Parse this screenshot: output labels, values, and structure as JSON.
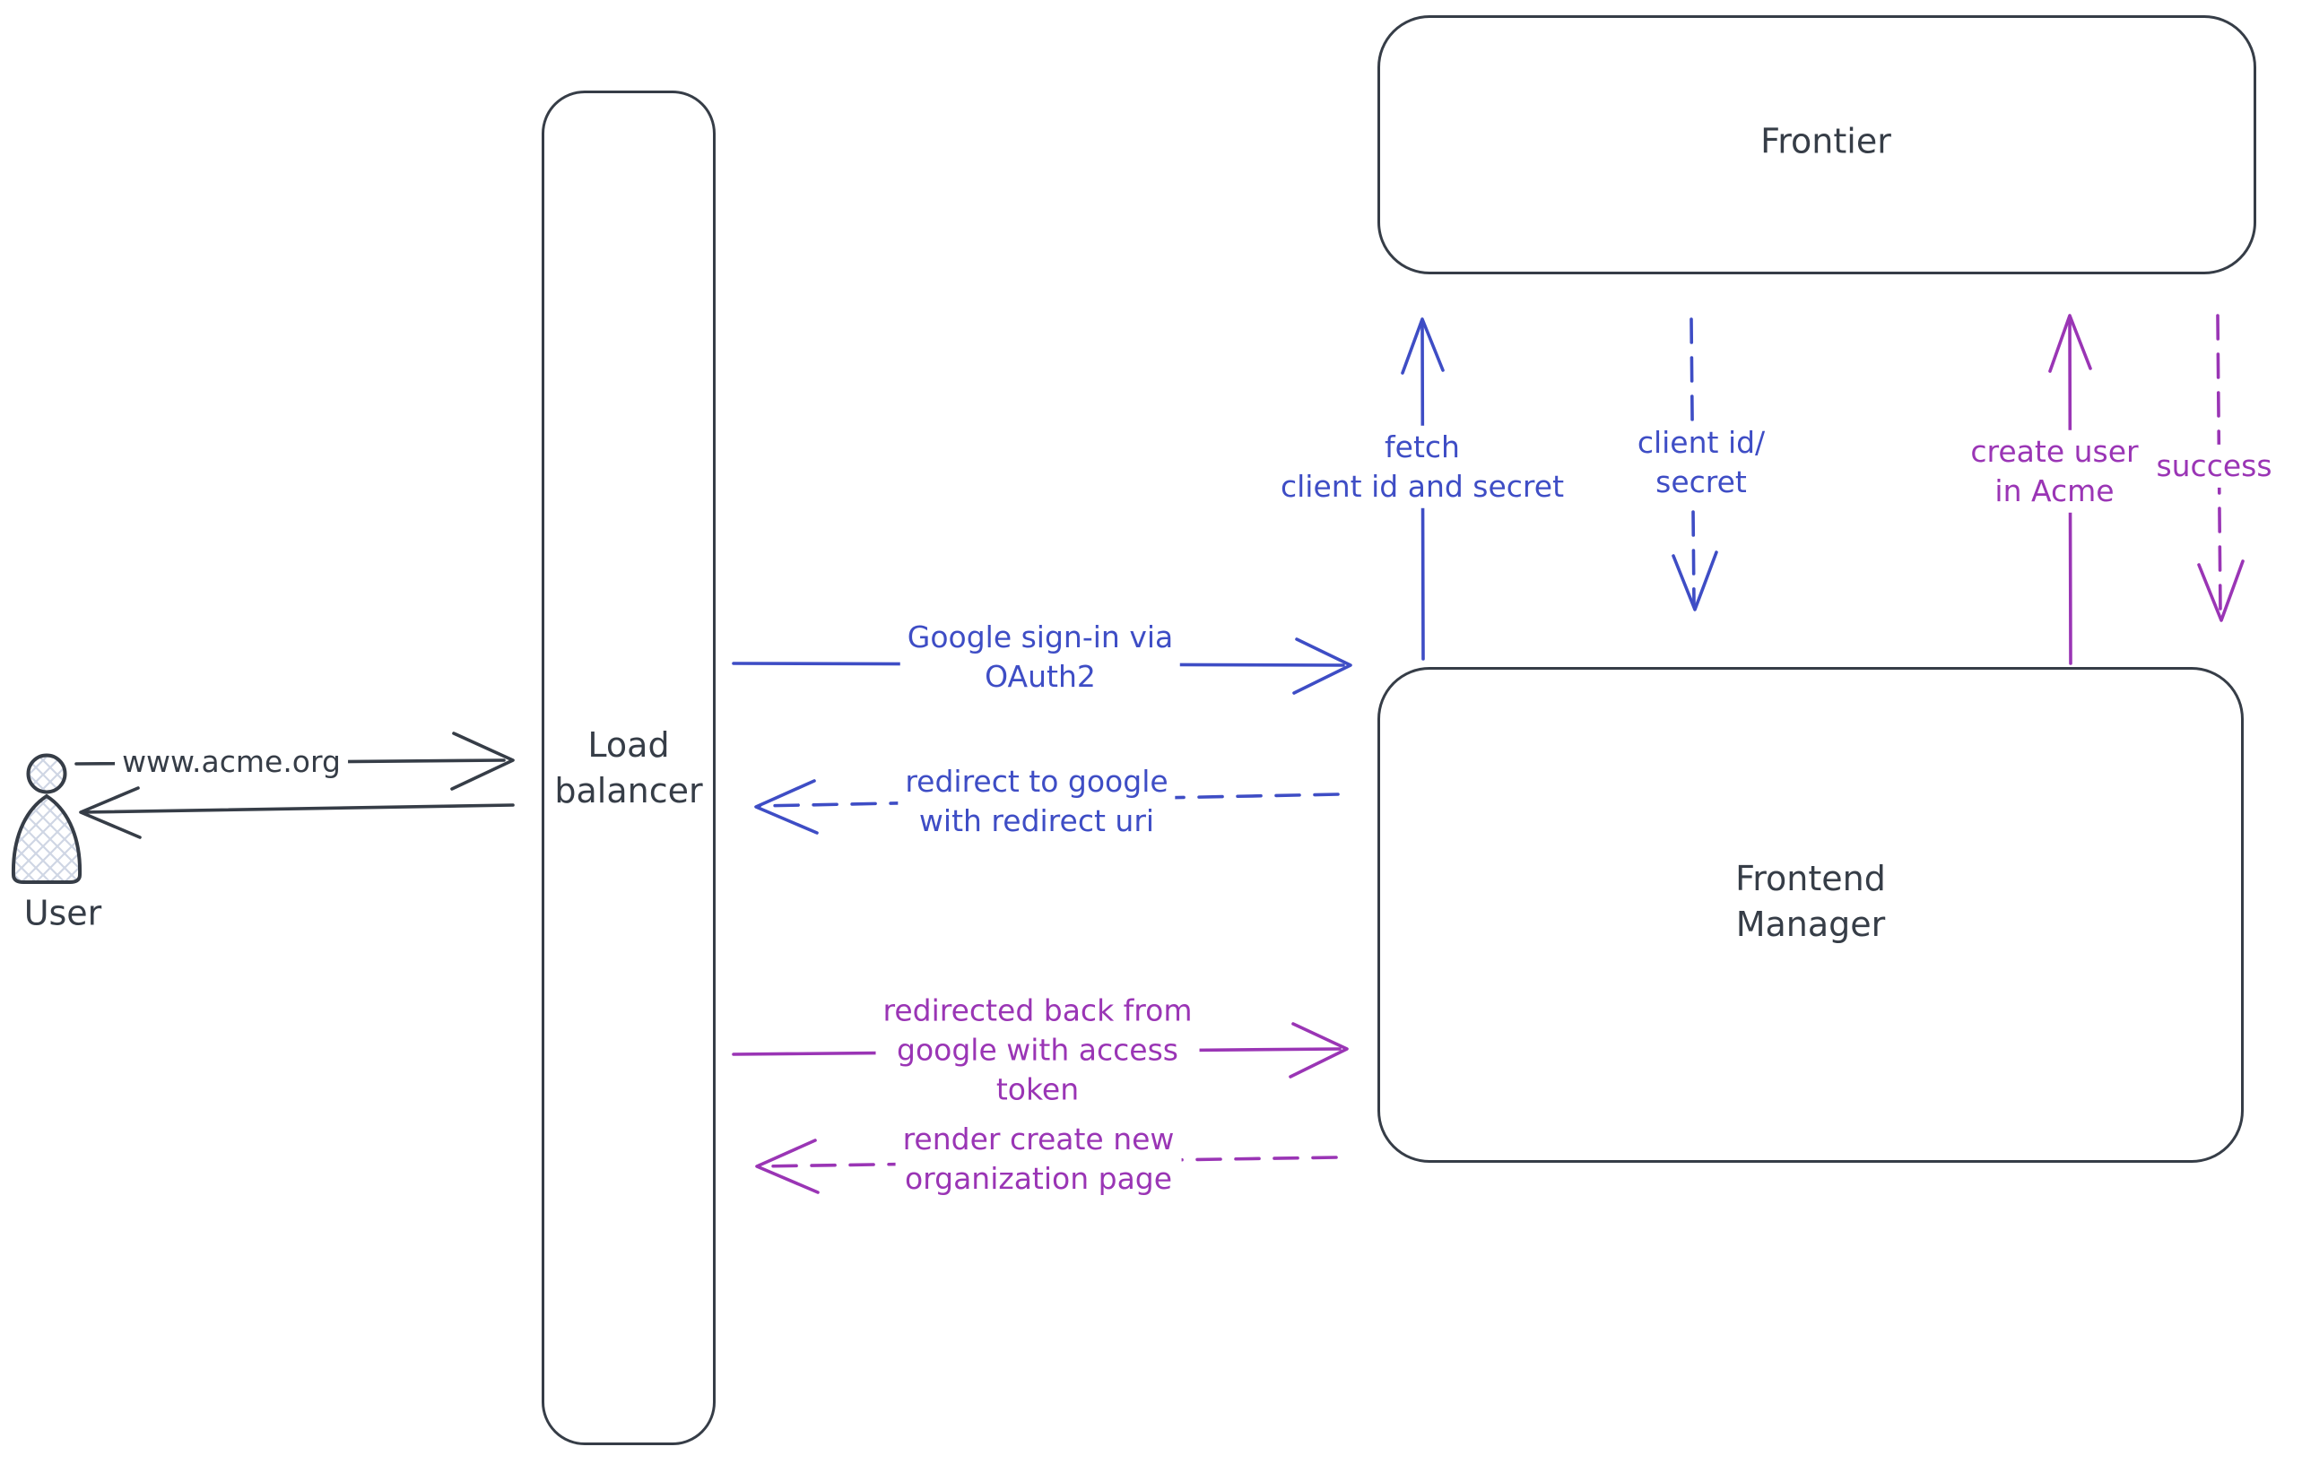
{
  "colors": {
    "bg": "#ffffff",
    "ink": "#363d47",
    "blue": "#3e4dc5",
    "purple": "#9a35b5",
    "hatch": "#cfd6e4"
  },
  "actors": {
    "user": {
      "label": "User"
    },
    "load_balancer": {
      "label": "Load\nbalancer"
    },
    "frontier": {
      "label": "Frontier"
    },
    "frontend_manager": {
      "label": "Frontend\nManager"
    }
  },
  "messages": {
    "acme_url": {
      "label": "www.acme.org",
      "style": "solid",
      "color": "ink"
    },
    "google_signin": {
      "label": "Google sign-in via\nOAuth2",
      "style": "solid",
      "color": "blue"
    },
    "redirect_google": {
      "label": "redirect to google\nwith redirect uri",
      "style": "dashed",
      "color": "blue"
    },
    "fetch_credentials": {
      "label": "fetch\nclient id and secret",
      "style": "solid",
      "color": "blue"
    },
    "client_id_secret": {
      "label": "client id/\nsecret",
      "style": "dashed",
      "color": "blue"
    },
    "create_user": {
      "label": "create user\nin Acme",
      "style": "solid",
      "color": "purple"
    },
    "success": {
      "label": "success",
      "style": "dashed",
      "color": "purple"
    },
    "redirected_back": {
      "label": "redirected back from\ngoogle with access\ntoken",
      "style": "solid",
      "color": "purple"
    },
    "render_org_page": {
      "label": "render create new\norganization page",
      "style": "dashed",
      "color": "purple"
    }
  }
}
